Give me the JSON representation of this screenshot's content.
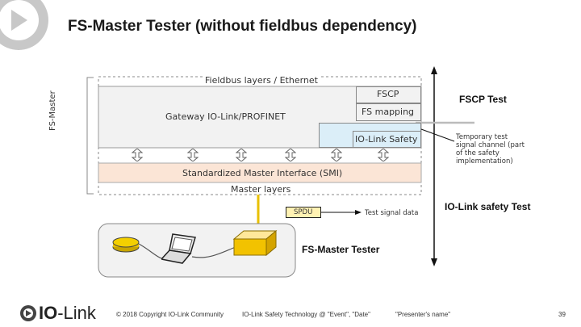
{
  "title": "FS-Master Tester (without fieldbus dependency)",
  "diagram": {
    "fieldbus_layers": "Fieldbus layers / Ethernet",
    "fscp": "FSCP",
    "fs_mapping": "FS mapping",
    "gateway": "Gateway IO-Link/PROFINET",
    "iolink_safety": "IO-Link Safety",
    "smi": "Standardized Master Interface (SMI)",
    "master_layers": "Master layers",
    "fs_master": "FS-Master",
    "spdu": "SPDU",
    "test_signal_data": "Test signal data",
    "fscp_test": "FSCP Test",
    "temporary_note": "Temporary test signal channel (part of the safety implementation)",
    "iolink_safety_test": "IO-Link safety Test",
    "fs_master_tester": "FS-Master Tester"
  },
  "footer": {
    "logo_io": "IO",
    "logo_link": "-Link",
    "copyright": "© 2018 Copyright IO-Link Community",
    "event": "IO-Link Safety Technology @ \"Event\", \"Date\"",
    "presenter": "\"Presenter's name\"",
    "page": "39"
  },
  "colors": {
    "gray_box": "#f2f2f2",
    "blue_box": "#dbeef8",
    "smi_box": "#fbe5d6",
    "connector": "#e8c000"
  },
  "icons": [
    "corner-logo-icon",
    "bidirectional-arrow-icon",
    "hub-device-icon",
    "laptop-icon",
    "tester-box-icon",
    "iolink-logo-icon"
  ]
}
